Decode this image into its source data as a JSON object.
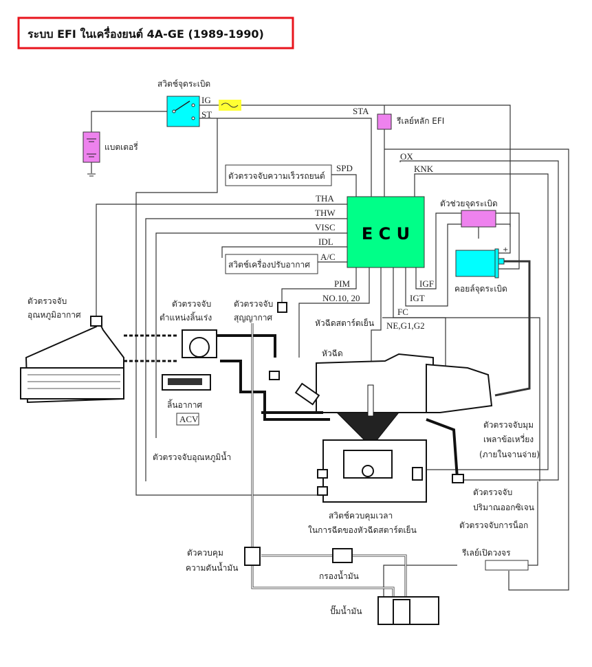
{
  "title": "ระบบ EFI ในเครื่องยนต์ 4A-GE (1989-1990)",
  "colors": {
    "title_border": "#e8141c",
    "ecu": "#00ff88",
    "switch": "#00ffff",
    "battery": "#ee82ee",
    "relay": "#ee82ee",
    "fuse": "#ffff33",
    "coil": "#00ffff",
    "igniter": "#ee82ee"
  },
  "ecu": {
    "label": "E C U"
  },
  "components": {
    "ignition_switch": "สวิตช์จุดระเบิด",
    "ig": "IG",
    "st": "ST",
    "battery": "แบตเตอรี่",
    "efi_relay": "รีเลย์หลัก EFI",
    "speed_sensor": "ตัวตรวจจับความเร็วรถยนต์",
    "ac_switch": "สวิตช์เครื่องปรับอากาศ",
    "igniter": "ตัวช่วยจุดระเบิด",
    "coil": "คอยล์จุดระเบิด",
    "intake_air_temp": [
      "ตัวตรวจจับ",
      "อุณหภูมิอากาศ"
    ],
    "throttle_position": [
      "ตัวตรวจจับ",
      "ตำแหน่งลิ้นเร่ง"
    ],
    "vacuum_sensor": [
      "ตัวตรวจจับ",
      "สุญญากาศ"
    ],
    "cold_start_injector": "หัวฉีดสตาร์ตเย็น",
    "injector": "หัวฉีด",
    "air_valve": "ลิ้นอากาศ",
    "acv": "ACV",
    "crank_angle": [
      "ตัวตรวจจับมุม",
      "เพลาข้อเหวี่ยง",
      "(ภายในจานจ่าย)"
    ],
    "water_temp": "ตัวตรวจจับอุณหภูมิน้ำ",
    "oxygen_sensor": [
      "ตัวตรวจจับ",
      "ปริมาณออกซิเจน"
    ],
    "start_timer_switch": [
      "สวิตช์ควบคุมเวลา",
      "ในการฉีดของหัวฉีดสตาร์ตเย็น"
    ],
    "knock_sensor": "ตัวตรวจจับการน็อก",
    "pressure_regulator": [
      "ตัวควบคุม",
      "ความดันน้ำมัน"
    ],
    "fuel_filter": "กรองน้ำมัน",
    "circuit_relay": "รีเลย์เปิดวงจร",
    "fuel_pump": "ปั๊มน้ำมัน"
  },
  "signals": {
    "sta": "STA",
    "spd": "SPD",
    "tha": "THA",
    "thw": "THW",
    "visc": "VISC",
    "idl": "IDL",
    "ac": "A/C",
    "pim": "PIM",
    "no1020": "NO.10, 20",
    "ox": "OX",
    "knk": "KNK",
    "igf": "IGF",
    "igt": "IGT",
    "fc": "FC",
    "ne": "NE,G1,G2"
  }
}
